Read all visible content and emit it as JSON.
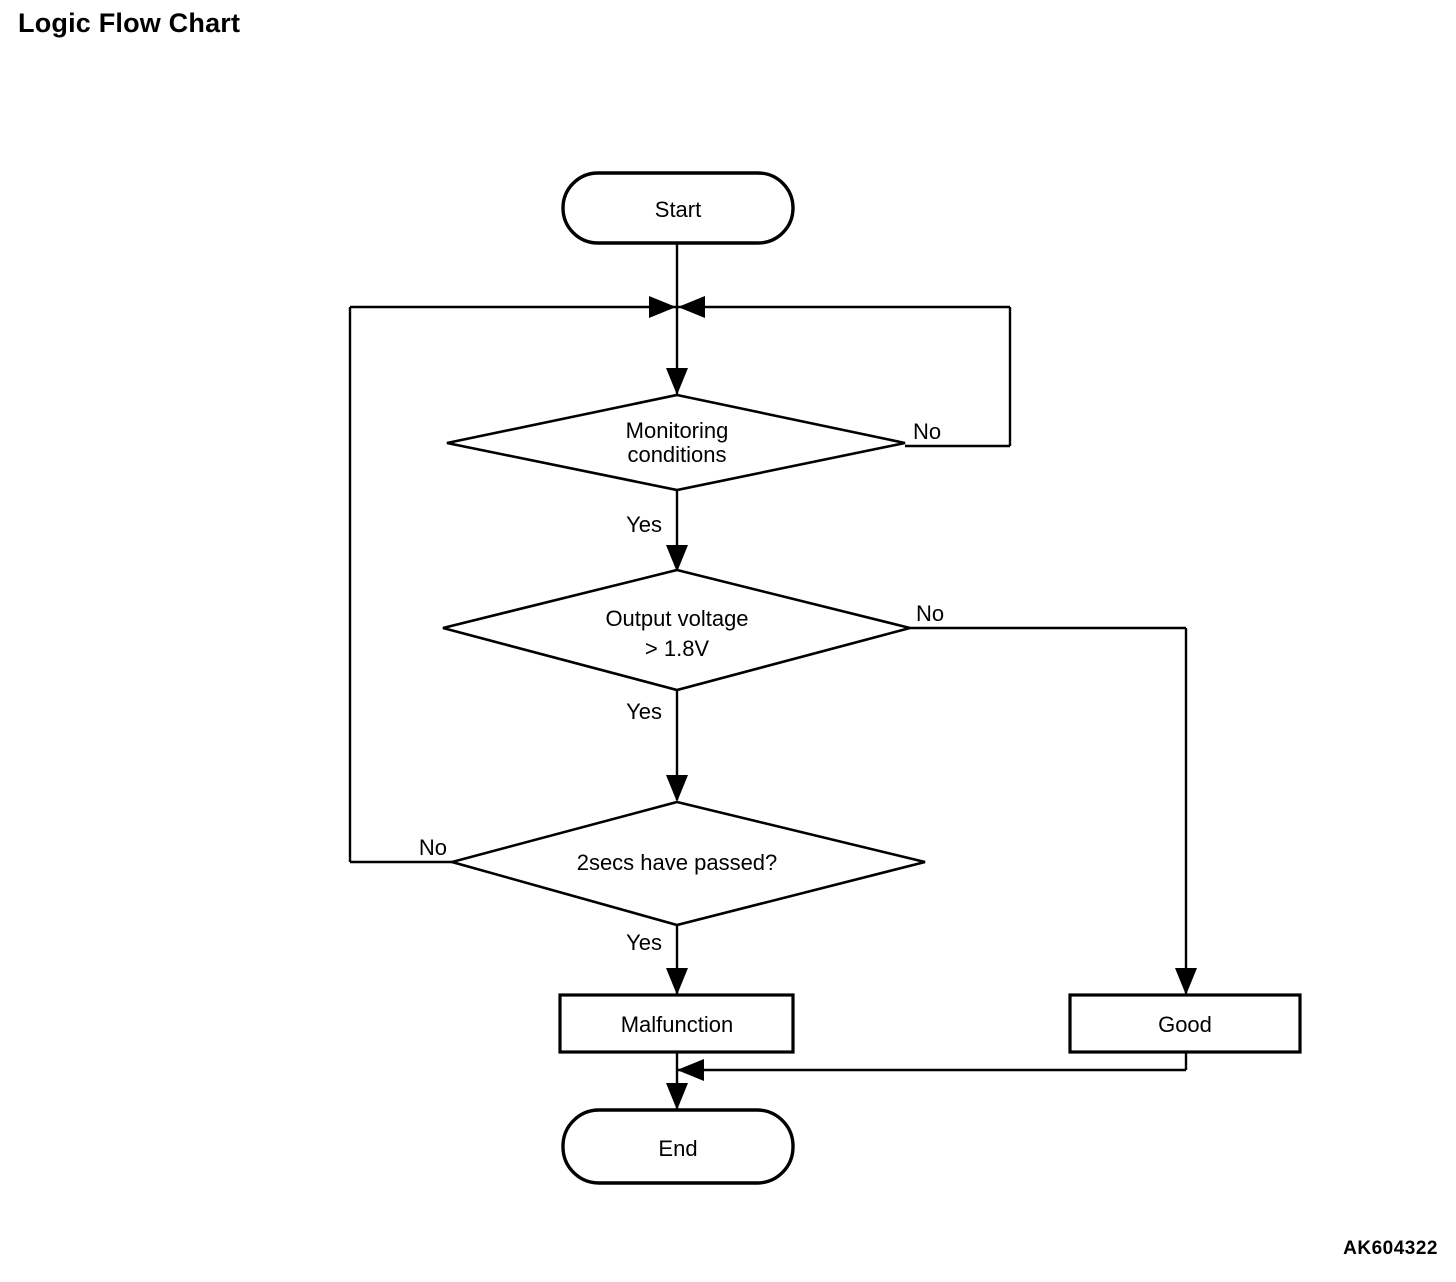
{
  "page": {
    "title": "Logic Flow Chart",
    "figure_code": "AK604322",
    "background_color": "#ffffff",
    "line_color": "#000000"
  },
  "chart_data": {
    "type": "diagram",
    "diagram_kind": "flowchart",
    "title": "Logic Flow Chart",
    "nodes": [
      {
        "id": "start",
        "shape": "terminator",
        "label": "Start"
      },
      {
        "id": "monitoring",
        "shape": "decision",
        "label": "Monitoring conditions",
        "line1": "Monitoring",
        "line2": "conditions"
      },
      {
        "id": "voltage",
        "shape": "decision",
        "label": "Output voltage > 1.8V",
        "line1": "Output voltage",
        "line2": "> 1.8V"
      },
      {
        "id": "twosecs",
        "shape": "decision",
        "label": "2secs have passed?",
        "line1": "2secs have passed?",
        "line2": ""
      },
      {
        "id": "malfunction",
        "shape": "process",
        "label": "Malfunction"
      },
      {
        "id": "good",
        "shape": "process",
        "label": "Good"
      },
      {
        "id": "end",
        "shape": "terminator",
        "label": "End"
      }
    ],
    "edges": [
      {
        "from": "start",
        "to": "monitoring",
        "label": ""
      },
      {
        "from": "monitoring",
        "to": "monitoring",
        "label": "No"
      },
      {
        "from": "monitoring",
        "to": "voltage",
        "label": "Yes"
      },
      {
        "from": "voltage",
        "to": "good",
        "label": "No"
      },
      {
        "from": "voltage",
        "to": "twosecs",
        "label": "Yes"
      },
      {
        "from": "twosecs",
        "to": "monitoring",
        "label": "No"
      },
      {
        "from": "twosecs",
        "to": "malfunction",
        "label": "Yes"
      },
      {
        "from": "malfunction",
        "to": "end",
        "label": ""
      },
      {
        "from": "good",
        "to": "end",
        "label": ""
      }
    ]
  },
  "labels": {
    "start": "Start",
    "monitoring_line1": "Monitoring",
    "monitoring_line2": "conditions",
    "monitoring_no": "No",
    "monitoring_yes": "Yes",
    "voltage_line1": "Output voltage",
    "voltage_line2": "> 1.8V",
    "voltage_no": "No",
    "voltage_yes": "Yes",
    "twosecs_line1": "2secs have passed?",
    "twosecs_no": "No",
    "twosecs_yes": "Yes",
    "malfunction": "Malfunction",
    "good": "Good",
    "end": "End"
  }
}
